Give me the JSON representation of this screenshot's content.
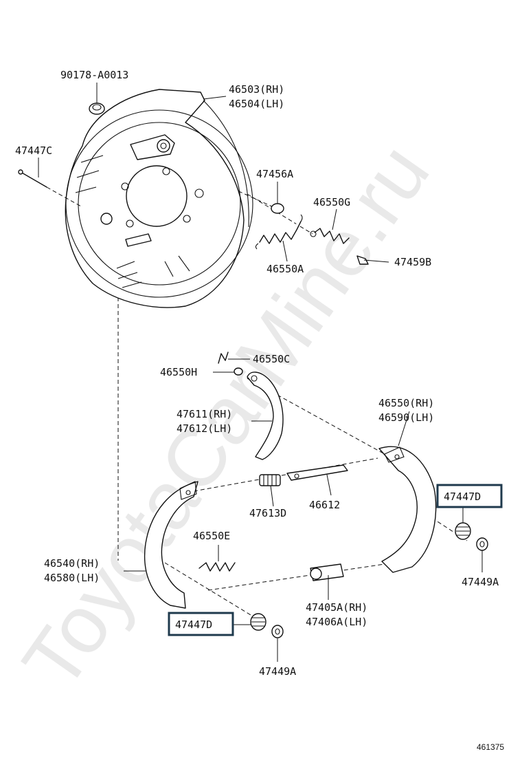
{
  "watermark": "ToyotaCarMine.ru",
  "diagram_id": "461375",
  "labels": {
    "p90178": "90178-A0013",
    "p46503": "46503(RH)",
    "p46504": "46504(LH)",
    "p47447c": "47447C",
    "p47456a": "47456A",
    "p46550g": "46550G",
    "p46550a": "46550A",
    "p47459b": "47459B",
    "p46550c": "46550C",
    "p46550h": "46550H",
    "p47611": "47611(RH)",
    "p47612": "47612(LH)",
    "p46550rh": "46550(RH)",
    "p46590": "46590(LH)",
    "p47447d_right": "47447D",
    "p47613d": "47613D",
    "p46612": "46612",
    "p47449a_right": "47449A",
    "p46550e": "46550E",
    "p46540": "46540(RH)",
    "p46580": "46580(LH)",
    "p47405a": "47405A(RH)",
    "p47406a": "47406A(LH)",
    "p47447d_left": "47447D",
    "p47449a_left": "47449A"
  }
}
